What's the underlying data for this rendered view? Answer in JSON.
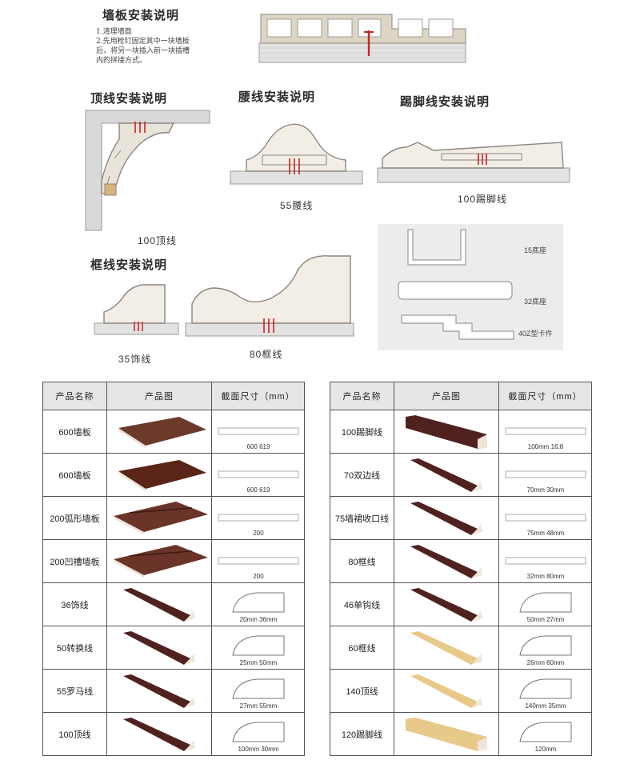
{
  "colors": {
    "frame": "#d8d4ce",
    "frame_stroke": "#8a8680",
    "fill": "#f1ece2",
    "mark": "#cc2222",
    "wall": "#d9d9d9",
    "wood_dark": "#4f2220",
    "wood_mid": "#6b3a2a",
    "wood_light": "#e8c98a"
  },
  "header": {
    "panel_title": "墙板安装说明",
    "panel_notes": [
      "1.清理墙面",
      "2.先用枪钉固定其中一块墙板",
      "后，将另一块插入前一块插槽",
      "内的拼接方式。"
    ]
  },
  "sections": {
    "crown_title": "顶线安装说明",
    "waist_title": "腰线安装说明",
    "skirting_title": "踢脚线安装说明",
    "frame_title": "框线安装说明"
  },
  "captions": {
    "crown": "100顶线",
    "waist": "55腰线",
    "skirting": "100踢脚线",
    "deco35": "35饰线",
    "frame80": "80框线"
  },
  "bases": [
    "15底座",
    "32底座",
    "40Z型卡件"
  ],
  "table_headers": [
    "产品名称",
    "产品图",
    "截面尺寸（mm）"
  ],
  "left_table": [
    {
      "name": "600墙板",
      "icon": "wall-panel-flat-icon",
      "dims": [
        "600",
        "619"
      ]
    },
    {
      "name": "600墙板",
      "icon": "wall-panel-dark-icon",
      "dims": [
        "600",
        "619"
      ]
    },
    {
      "name": "200弧形墙板",
      "icon": "arc-panel-icon",
      "dims": [
        "200"
      ]
    },
    {
      "name": "200凹槽墙板",
      "icon": "groove-panel-icon",
      "dims": [
        "200"
      ]
    },
    {
      "name": "36饰线",
      "icon": "moulding-icon",
      "dims": [
        "20mm",
        "36mm"
      ]
    },
    {
      "name": "50转换线",
      "icon": "moulding-icon",
      "dims": [
        "25mm",
        "50mm"
      ]
    },
    {
      "name": "55罗马线",
      "icon": "moulding-icon",
      "dims": [
        "27mm",
        "55mm"
      ]
    },
    {
      "name": "100顶线",
      "icon": "moulding-icon",
      "dims": [
        "100mm",
        "30mm"
      ]
    }
  ],
  "right_table": [
    {
      "name": "100踢脚线",
      "icon": "skirting-icon",
      "dims": [
        "100mm",
        "16.8"
      ]
    },
    {
      "name": "70双边线",
      "icon": "moulding-icon",
      "dims": [
        "70mm",
        "30mm"
      ]
    },
    {
      "name": "75墙裙收口线",
      "icon": "moulding-icon",
      "dims": [
        "75mm",
        "48mm"
      ]
    },
    {
      "name": "80框线",
      "icon": "moulding-icon",
      "dims": [
        "32mm",
        "80mm"
      ]
    },
    {
      "name": "46单钩线",
      "icon": "moulding-icon",
      "dims": [
        "50mm",
        "27mm"
      ]
    },
    {
      "name": "60框线",
      "icon": "moulding-light-icon",
      "dims": [
        "26mm",
        "60mm"
      ]
    },
    {
      "name": "140顶线",
      "icon": "moulding-light-icon",
      "dims": [
        "140mm",
        "35mm"
      ]
    },
    {
      "name": "120踢脚线",
      "icon": "skirting-light-icon",
      "dims": [
        "120mm"
      ]
    }
  ]
}
